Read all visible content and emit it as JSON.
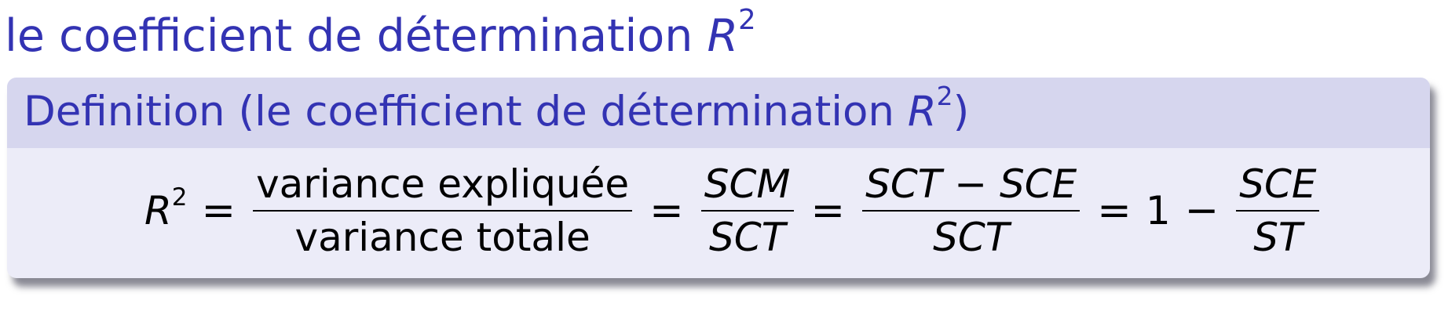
{
  "frame": {
    "title_text": "le coefficient de détermination ",
    "title_var": "R",
    "title_exp": "2"
  },
  "definition": {
    "head_text": "Definition (le coefficient de détermination ",
    "head_var": "R",
    "head_exp": "2",
    "head_close": ")"
  },
  "formula": {
    "lhs_var": "R",
    "lhs_exp": "2",
    "equals": "=",
    "frac1": {
      "num": "variance expliquée",
      "den": "variance totale"
    },
    "frac2": {
      "num": "SCM",
      "den": "SCT"
    },
    "frac3": {
      "num": "SCT − SCE",
      "den": "SCT"
    },
    "one": "1",
    "minus": "−",
    "frac4": {
      "num": "SCE",
      "den": "ST"
    }
  }
}
